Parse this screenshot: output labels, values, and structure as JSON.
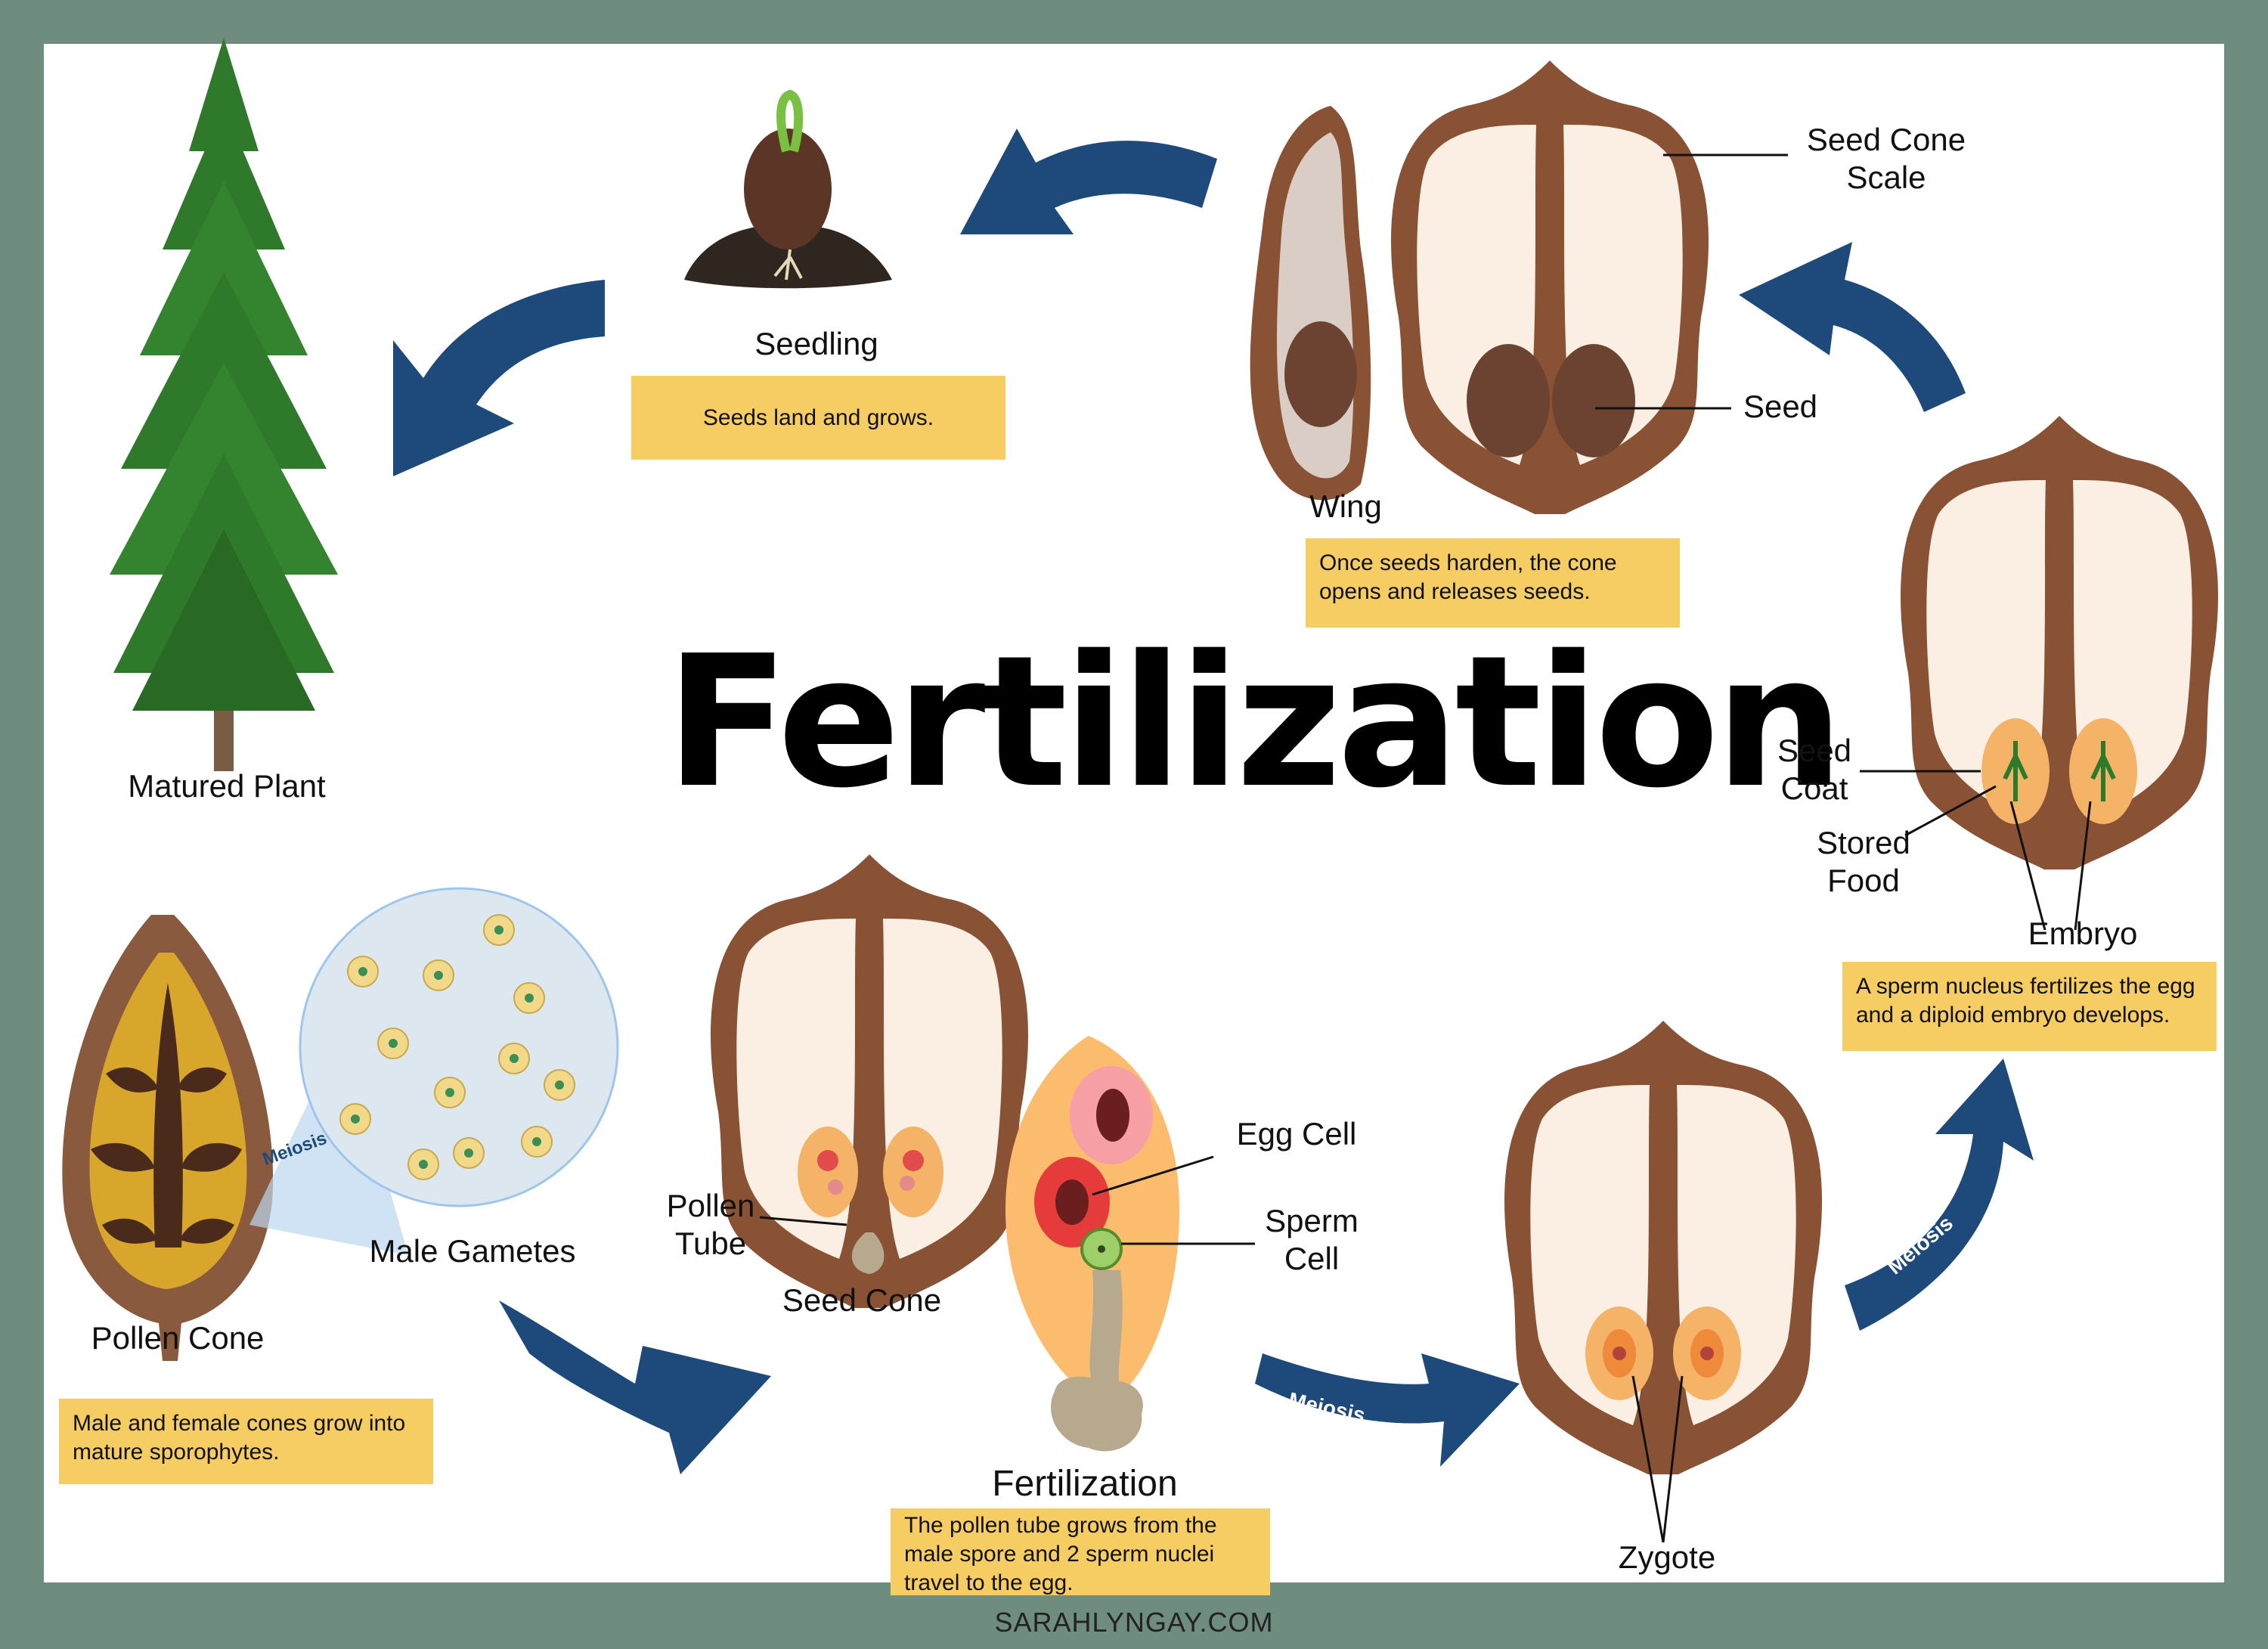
{
  "title": "Fertilization",
  "footer": "SARAHLYNGAY.COM",
  "labels": {
    "matured_plant": "Matured Plant",
    "seedling": "Seedling",
    "wing": "Wing",
    "seed_cone_scale": "Seed Cone Scale",
    "seed": "Seed",
    "seed_coat": "Seed Coat",
    "stored_food": "Stored Food",
    "embryo": "Embryo",
    "male_gametes": "Male Gametes",
    "pollen_cone": "Pollen Cone",
    "pollen_tube": "Pollen Tube",
    "seed_cone": "Seed Cone",
    "egg_cell": "Egg Cell",
    "sperm_cell": "Sperm Cell",
    "fertilization": "Fertilization",
    "zygote": "Zygote",
    "meiosis_lens": "Meiosis",
    "meiosis_bottom": "Meiosis",
    "meiosis_right": "Meiosis"
  },
  "captions": {
    "seedling": "Seeds land and grows.",
    "seed_release": "Once seeds harden, the cone opens and releases seeds.",
    "embryo": "A sperm nucleus fertilizes the egg and a diploid embryo develops.",
    "cones": "Male and female cones grow into mature sporophytes.",
    "fertilization": "The pollen tube grows from the male spore and 2 sperm nuclei travel to the egg."
  },
  "colors": {
    "frame": "#6e8d7f",
    "arrow": "#1d4a7a",
    "caption_bg": "#f6cd63",
    "scale_brown": "#8a5235",
    "scale_cream": "#fbeee3",
    "tree_green": "#2f7a2a"
  }
}
